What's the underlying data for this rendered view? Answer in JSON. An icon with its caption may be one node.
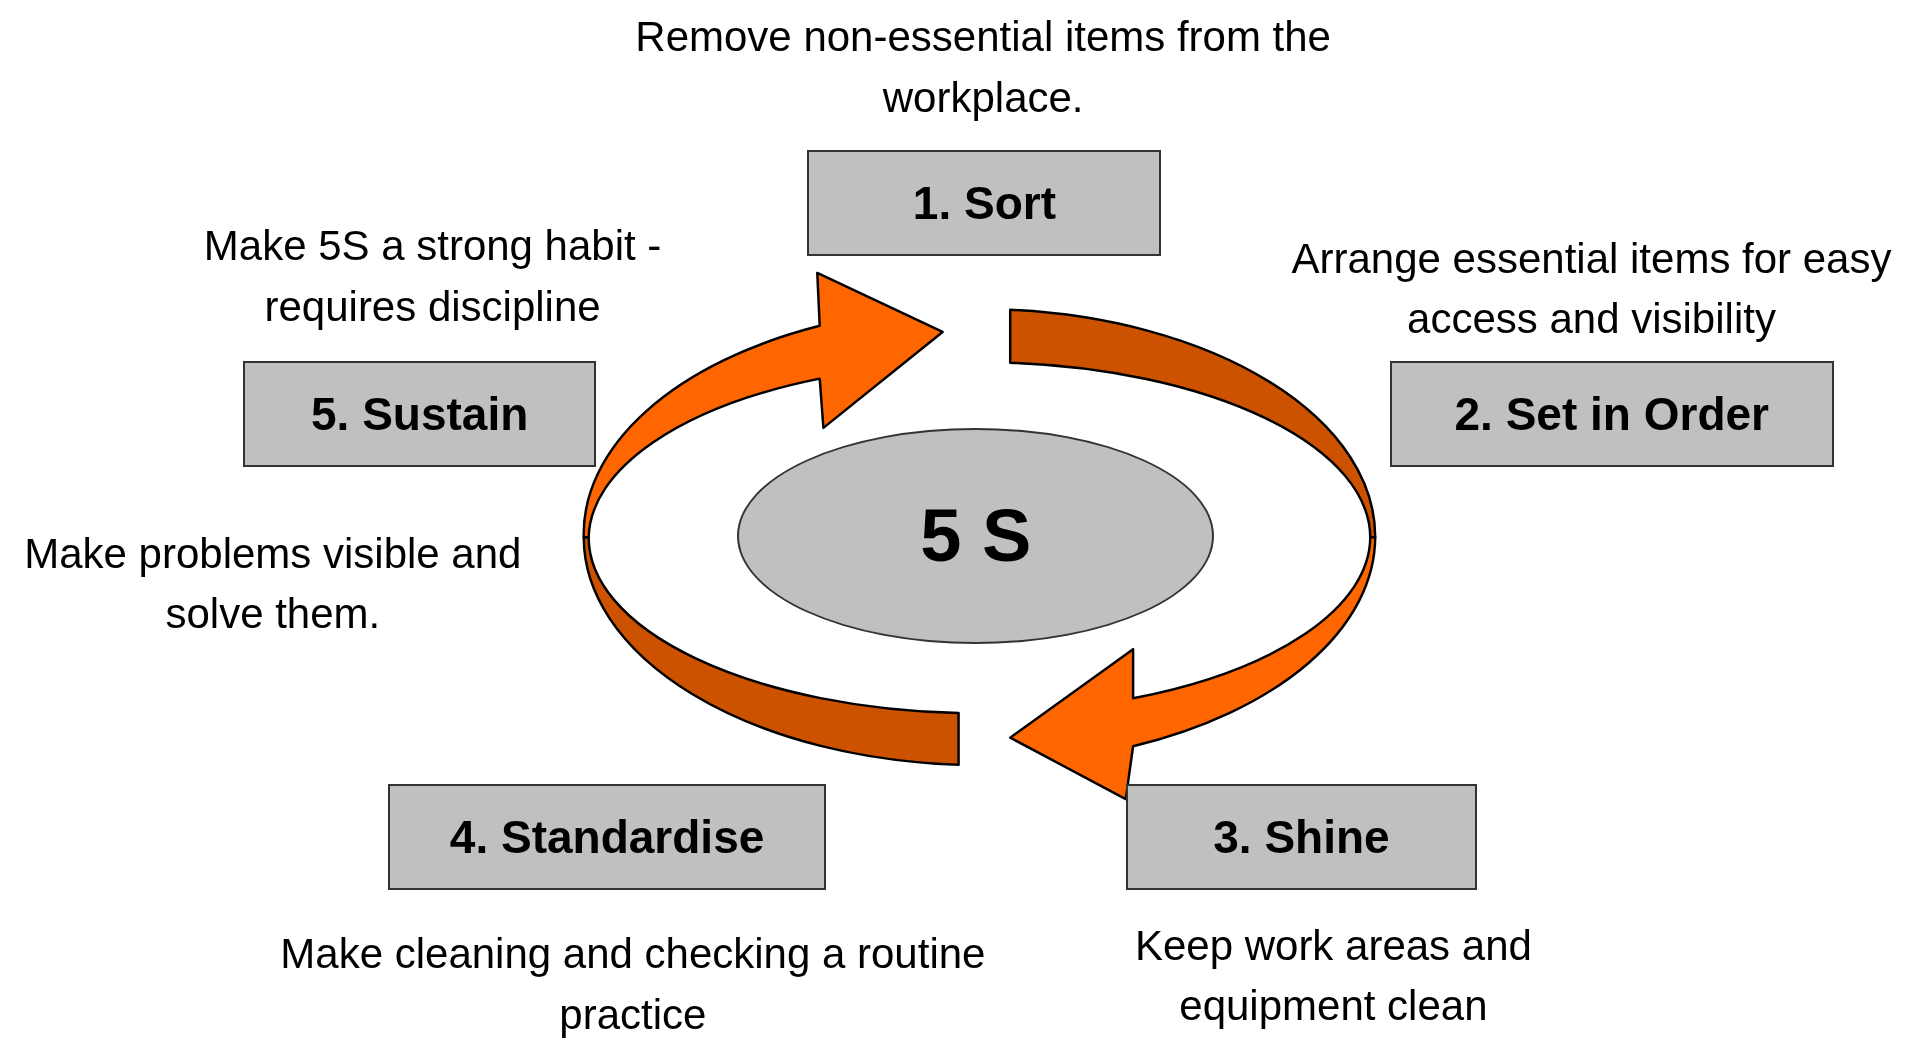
{
  "diagram": {
    "nodes": [
      {
        "text": [
          "1. Sort"
        ],
        "beside": [
          "Remove non-essential items from the workplace."
        ]
      },
      {
        "text": [
          "2. Set in Order"
        ],
        "beside": [
          "Arrange essential items for easy access and visibility"
        ]
      },
      {
        "text": [
          "3. Shine"
        ],
        "beside": [
          "Keep work areas and equipment clean"
        ]
      },
      {
        "text": [
          "4. Standardise"
        ],
        "beside": [
          "Make cleaning and checking a routine practice"
        ]
      },
      {
        "text": [
          "5. Sustain"
        ],
        "beside": [
          "Make 5S a strong habit - requires discipline"
        ]
      },
      {
        "text": [
          "5 S"
        ]
      }
    ],
    "labels": [
      "Make problems visible and solve them."
    ]
  }
}
